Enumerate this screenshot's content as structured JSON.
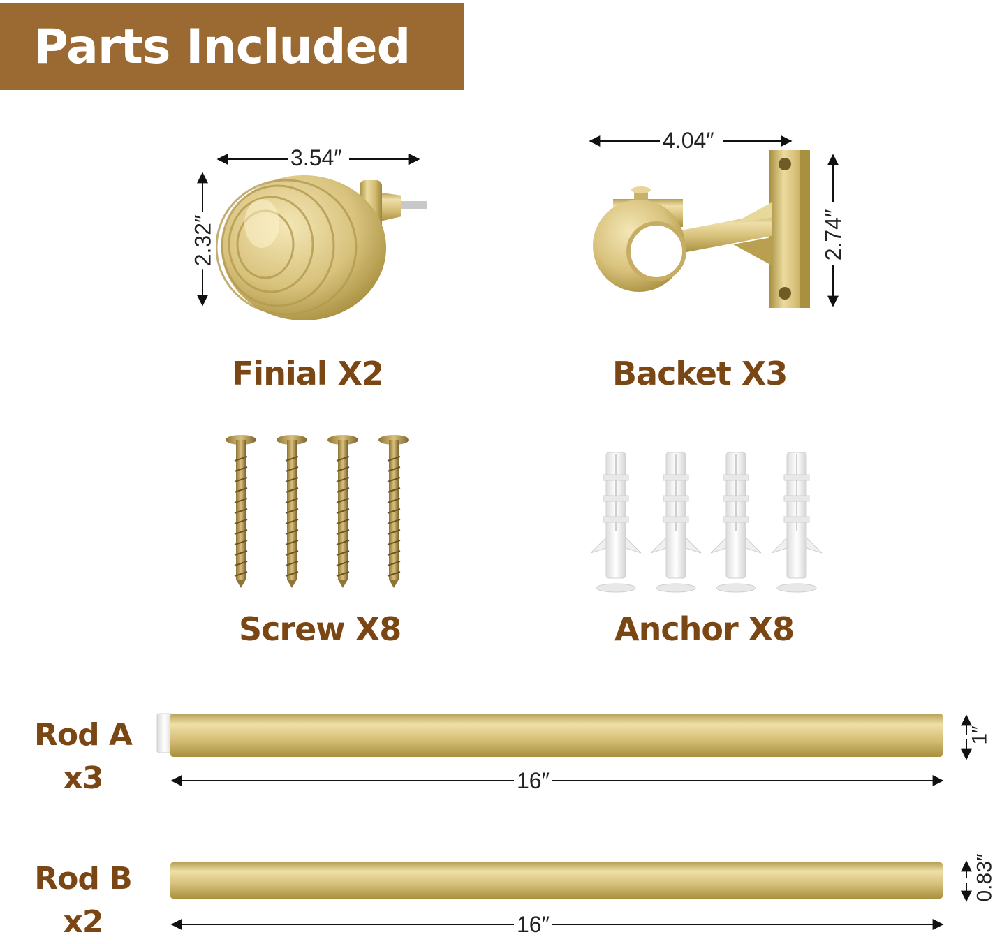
{
  "banner": {
    "title": "Parts Included",
    "color": "#9a6a32"
  },
  "parts": {
    "finial": {
      "label": "Finial X2",
      "width": "3.54″",
      "height": "2.32″"
    },
    "bracket": {
      "label": "Backet X3",
      "width": "4.04″",
      "height": "2.74″"
    },
    "screw": {
      "label": "Screw X8"
    },
    "anchor": {
      "label": "Anchor X8"
    }
  },
  "rods": {
    "rod_a": {
      "name": "Rod A",
      "qty": "x3",
      "length": "16″",
      "diameter": "1″"
    },
    "rod_b": {
      "name": "Rod B",
      "qty": "x2",
      "length": "16″",
      "diameter": "0.83″"
    }
  },
  "colors": {
    "label": "#7a4614",
    "gold": "#d4bd73",
    "gold_dark": "#a88f3f"
  }
}
